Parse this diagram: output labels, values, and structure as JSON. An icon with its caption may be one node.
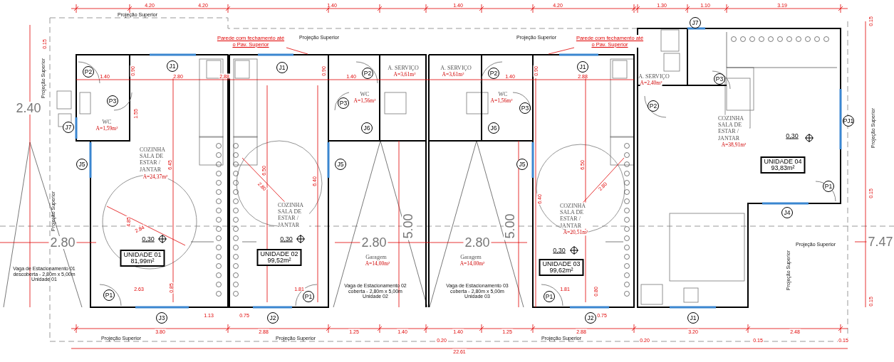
{
  "diagram": {
    "nodes": [
      {
        "text": [
          "P2"
        ]
      },
      {
        "text": [
          "J1"
        ]
      },
      {
        "text": [
          "P3"
        ]
      },
      {
        "text": [
          "J7"
        ]
      },
      {
        "text": [
          "J5"
        ]
      },
      {
        "text": [
          "P1"
        ]
      },
      {
        "text": [
          "J3"
        ]
      },
      {
        "text": [
          "UNIDADE 01",
          "81,99m²"
        ]
      },
      {
        "text": [
          "J1"
        ]
      },
      {
        "text": [
          "P2"
        ]
      },
      {
        "text": [
          "P3"
        ]
      },
      {
        "text": [
          "J6"
        ]
      },
      {
        "text": [
          "J5"
        ]
      },
      {
        "text": [
          "P1"
        ]
      },
      {
        "text": [
          "J2"
        ]
      },
      {
        "text": [
          "UNIDADE 02",
          "99,52m²"
        ]
      },
      {
        "text": [
          "P2"
        ]
      },
      {
        "text": [
          "J1"
        ]
      },
      {
        "text": [
          "P3"
        ]
      },
      {
        "text": [
          "J6"
        ]
      },
      {
        "text": [
          "J5"
        ]
      },
      {
        "text": [
          "P1"
        ]
      },
      {
        "text": [
          "J2"
        ]
      },
      {
        "text": [
          "UNIDADE 03",
          "99,62m²"
        ]
      },
      {
        "text": [
          "J7"
        ]
      },
      {
        "text": [
          "P3"
        ]
      },
      {
        "text": [
          "P2"
        ]
      },
      {
        "text": [
          "PJ1"
        ]
      },
      {
        "text": [
          "P1"
        ]
      },
      {
        "text": [
          "J4"
        ]
      },
      {
        "text": [
          "J1"
        ]
      },
      {
        "text": [
          "UNIDADE 04",
          "93,83m²"
        ]
      },
      {
        "text": [
          "Parede com fechamento até o Pav. Superior"
        ]
      },
      {
        "text": [
          "Parede com fechamento até o Pav. Superior"
        ]
      }
    ],
    "edges": [
      {
        "from": 32,
        "to": null,
        "arrow": "none"
      },
      {
        "from": 33,
        "to": null,
        "arrow": "none"
      }
    ],
    "labels": [
      "4.20",
      "4.20",
      "1.40",
      "1.40",
      "4.20",
      "1.30",
      "1.10",
      "3.19",
      "Projeção Superior",
      "Projeção Superior",
      "Projeção Superior",
      "Projeção Superior",
      "0.15",
      "2.40",
      "1.40",
      "0.90",
      "2.80",
      "1.55",
      "WC",
      "A=1,59m²",
      "COZINHA SALA DE ESTAR / JANTAR",
      "A=24,37m²",
      "6.45",
      "4.85",
      "2.84",
      "0,30",
      "2.80",
      "Projeção Superior",
      "Vaga de Estacionamento 01 descoberta - 2,80m x 5,00m Unidade 01",
      "2.63",
      "0.85",
      "1.13",
      "0.75",
      "3.80",
      "Projeção Superior",
      "2.88",
      "6.50",
      "2.80",
      "6.40",
      "COZINHA SALA DE ESTAR / JANTAR",
      "0,30",
      "1.81",
      "0.90",
      "1.40",
      "WC",
      "A=1,56m²",
      "A. SERVIÇO",
      "A=3,61m²",
      "2.80",
      "5.00",
      "Garagem",
      "A=14,00m²",
      "Vaga de Estacionamento 02 coberta - 2,80m x 5,00m Unidade 02",
      "A. SERVIÇO",
      "A=3,61m²",
      "1.40",
      "0.90",
      "WC",
      "A=1,56m²",
      "2.88",
      "6.50",
      "2.80",
      "6.40",
      "COZINHA SALA DE ESTAR / JANTAR",
      "A=20,51m²",
      "5.00",
      "2.80",
      "Garagem",
      "A=14,00m²",
      "Vaga de Estacionamento 03 coberta - 2,80m x 5,00m Unidade 03",
      "0,30",
      "1.81",
      "0.80",
      "0.75",
      "A. SERVIÇO",
      "A=2,40m²",
      "COZINHA SALA DE ESTAR / JANTAR",
      "A=38,91m²",
      "0,30",
      "Projeção Superior",
      "0.15",
      "7.47",
      "Projeção Superior",
      "Projeção Superior",
      "0.15",
      "0.15",
      "2.88",
      "Projeção Superior",
      "1.25",
      "1.40",
      "1.40",
      "1.25",
      "Projeção Superior",
      "2.88",
      "0.20",
      "22.61",
      "0.20",
      "3.20",
      "2.48",
      "0.15",
      "0.15"
    ]
  }
}
